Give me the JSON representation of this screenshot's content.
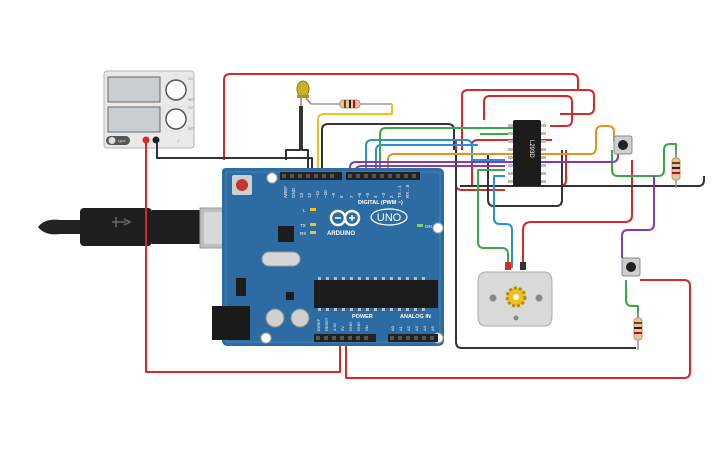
{
  "power_supply": {
    "off_label": "OFF",
    "knob_labels": [
      "CC",
      "SET",
      "CV",
      "SET"
    ]
  },
  "arduino": {
    "brand": "ARDUINO",
    "model": "UNO",
    "digital_label": "DIGITAL (PWM ~)",
    "power_label": "POWER",
    "analog_label": "ANALOG IN",
    "on_label": "ON",
    "l_label": "L",
    "tx_label": "TX",
    "rx_label": "RX",
    "digital_pins": [
      "AREF",
      "GND",
      "13",
      "12",
      "~11",
      "~10",
      "~9",
      "8",
      "7",
      "~6",
      "~5",
      "4",
      "~3",
      "2",
      "TX→1",
      "RX←0"
    ],
    "power_pins": [
      "IOREF",
      "RESET",
      "3.3V",
      "5V",
      "GND",
      "GND",
      "Vin"
    ],
    "analog_pins": [
      "A0",
      "A1",
      "A2",
      "A3",
      "A4",
      "A5"
    ]
  },
  "driver_ic": {
    "label": "L293D"
  },
  "colors": {
    "red_wire": "#d42a2a",
    "black_wire": "#333333",
    "blue_wire": "#2a8fd4",
    "green_wire": "#3aa845",
    "orange_wire": "#e8921c",
    "purple_wire": "#8a3aa8",
    "yellow_wire": "#f2c21a",
    "board": "#2d6ca2"
  }
}
